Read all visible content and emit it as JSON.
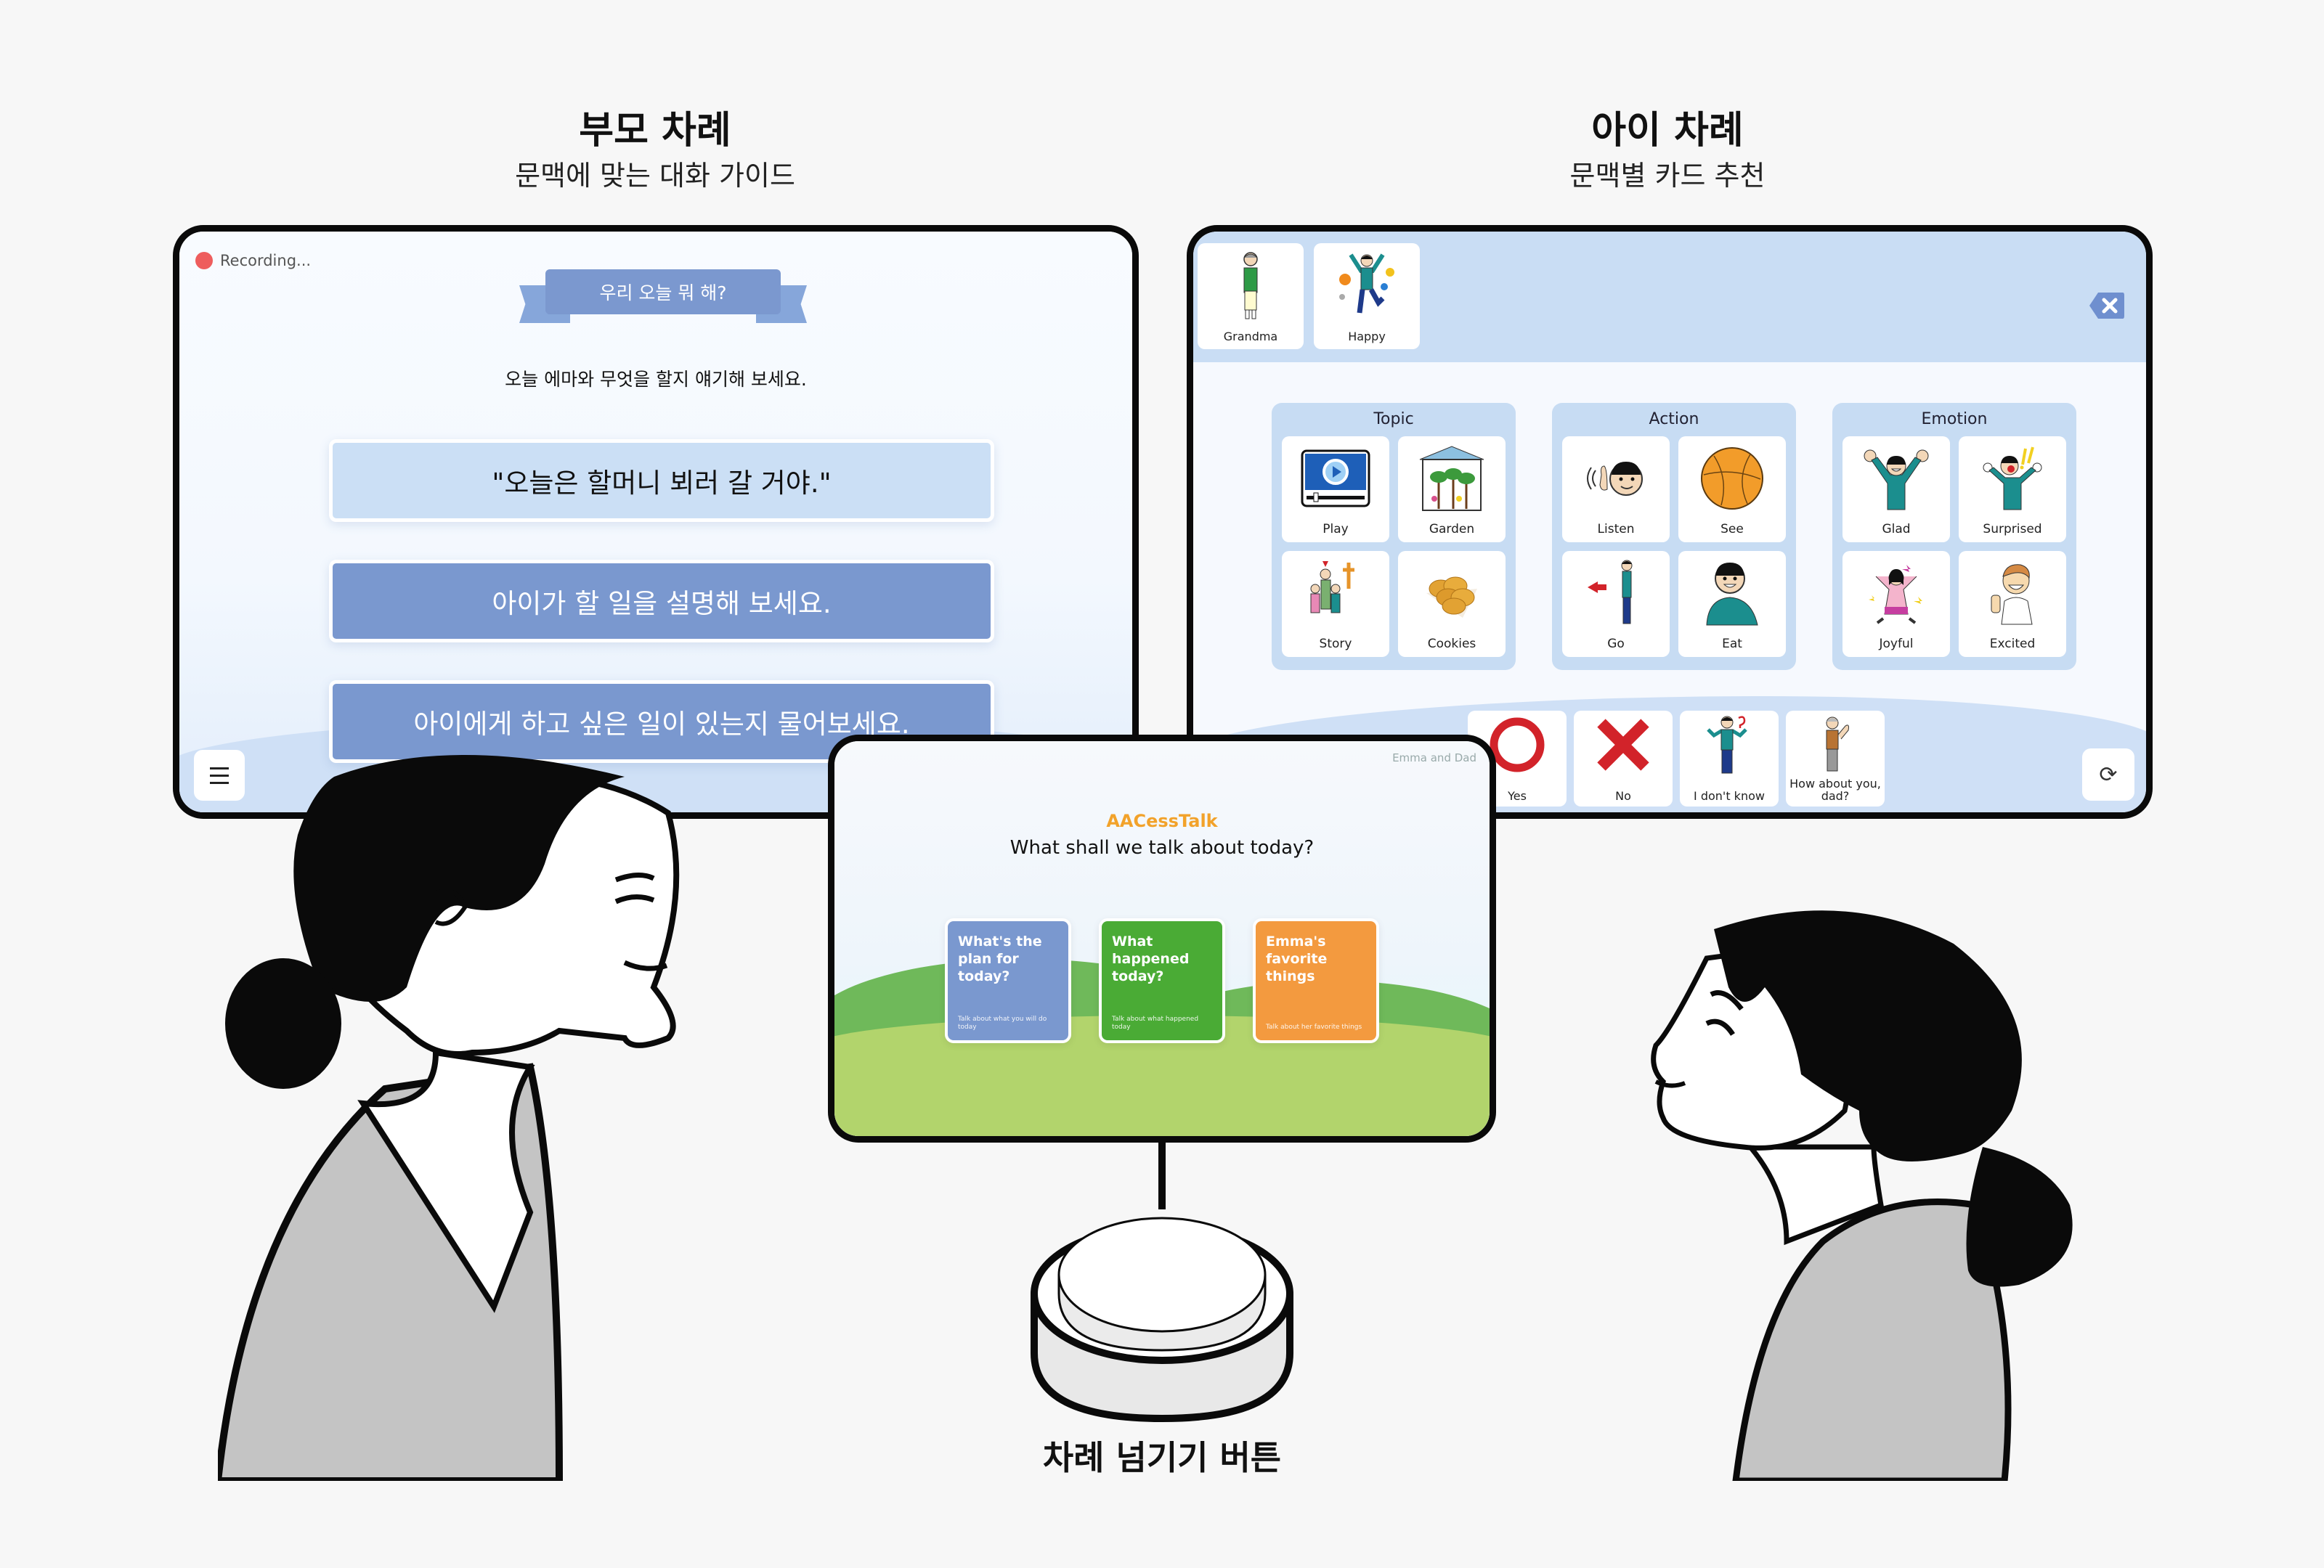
{
  "parent_section": {
    "title": "부모 차례",
    "subtitle": "문맥에 맞는 대화 가이드"
  },
  "child_section": {
    "title": "아이 차례",
    "subtitle": "문맥별 카드 추천"
  },
  "parent_tablet": {
    "recording_label": "Recording...",
    "ribbon_title": "우리 오늘 뭐 해?",
    "instruction": "오늘 에마와 무엇을 할지 얘기해 보세요.",
    "guides": [
      {
        "text": "\"오늘은 할머니 뵈러 갈 거야.\"",
        "style": "light"
      },
      {
        "text": "아이가 할 일을 설명해 보세요.",
        "style": "dark"
      },
      {
        "text": "아이에게 하고 싶은 일이 있는지 물어보세요.",
        "style": "dark"
      }
    ],
    "menu_icon": "hamburger-menu-icon"
  },
  "child_tablet": {
    "selected_cards": [
      {
        "label": "Grandma",
        "icon": "grandma-pictogram"
      },
      {
        "label": "Happy",
        "icon": "happy-pictogram"
      }
    ],
    "backspace_icon": "backspace-icon",
    "groups": [
      {
        "title": "Topic",
        "cards": [
          {
            "label": "Play",
            "icon": "video-play-pictogram"
          },
          {
            "label": "Garden",
            "icon": "garden-pictogram"
          },
          {
            "label": "Story",
            "icon": "family-church-pictogram"
          },
          {
            "label": "Cookies",
            "icon": "cookies-pictogram"
          }
        ]
      },
      {
        "title": "Action",
        "cards": [
          {
            "label": "Listen",
            "icon": "listen-pictogram"
          },
          {
            "label": "See",
            "icon": "ball-pictogram"
          },
          {
            "label": "Go",
            "icon": "go-pictogram"
          },
          {
            "label": "Eat",
            "icon": "eat-pictogram"
          }
        ]
      },
      {
        "title": "Emotion",
        "cards": [
          {
            "label": "Glad",
            "icon": "glad-pictogram"
          },
          {
            "label": "Surprised",
            "icon": "surprised-pictogram"
          },
          {
            "label": "Joyful",
            "icon": "joyful-pictogram"
          },
          {
            "label": "Excited",
            "icon": "excited-pictogram"
          }
        ]
      }
    ],
    "quick_responses": [
      {
        "label": "Yes",
        "icon": "red-circle-icon"
      },
      {
        "label": "No",
        "icon": "red-x-icon"
      },
      {
        "label": "I don't know",
        "icon": "shrug-pictogram"
      },
      {
        "label": "How about you, dad?",
        "icon": "wave-pictogram"
      }
    ],
    "refresh_icon": "refresh-icon"
  },
  "center_tablet": {
    "owner_label": "Emma and Dad",
    "logo": "AACessTalk",
    "question": "What shall we talk about today?",
    "topics": [
      {
        "title": "What's the plan for today?",
        "subtitle": "Talk about what you will do today",
        "color": "#7a98cf"
      },
      {
        "title": "What happened today?",
        "subtitle": "Talk about what happened today",
        "color": "#4aab35"
      },
      {
        "title": "Emma's favorite things",
        "subtitle": "Talk about her favorite things",
        "color": "#f39a3f"
      }
    ]
  },
  "turn_button": {
    "label": "차례 넘기기 버튼"
  }
}
